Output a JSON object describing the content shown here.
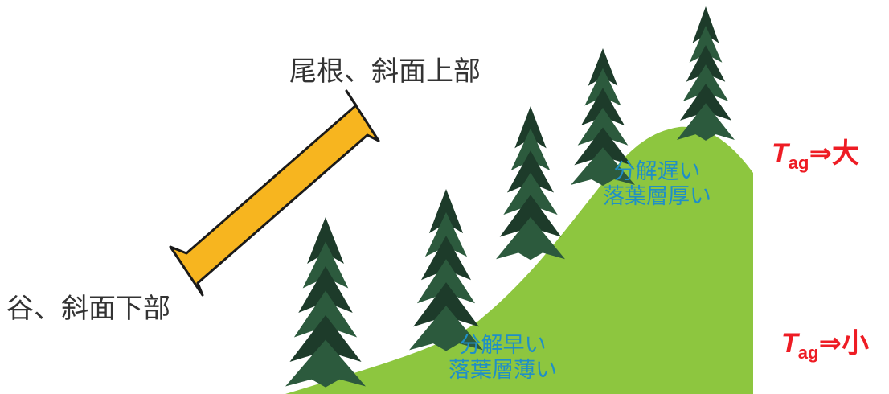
{
  "colors": {
    "hill": "#8dc63f",
    "arrow_fill": "#f7b51f",
    "arrow_stroke": "#1a1a1a",
    "tree_dark": "#1d3b2a",
    "tree_mid": "#2c5a3d",
    "trunk": "#5a3a22",
    "soil_text": "#1f8fc7",
    "tag_text": "#ee1c24",
    "position_text": "#333333"
  },
  "labels": {
    "top_position": "尾根、斜面上部",
    "bottom_position": "谷、斜面下部"
  },
  "soil": {
    "upper": {
      "line1": "分解遅い",
      "line2": "落葉層厚い"
    },
    "lower": {
      "line1": "分解早い",
      "line2": "落葉層薄い"
    }
  },
  "tags": {
    "upper": {
      "symbol": "T",
      "subscript": "ag",
      "arrow": "⇒",
      "value": "大"
    },
    "lower": {
      "symbol": "T",
      "subscript": "ag",
      "arrow": "⇒",
      "value": "小"
    }
  },
  "icons": {
    "double_arrow": "double-headed-arrow-icon",
    "tree": "conifer-tree-icon"
  }
}
